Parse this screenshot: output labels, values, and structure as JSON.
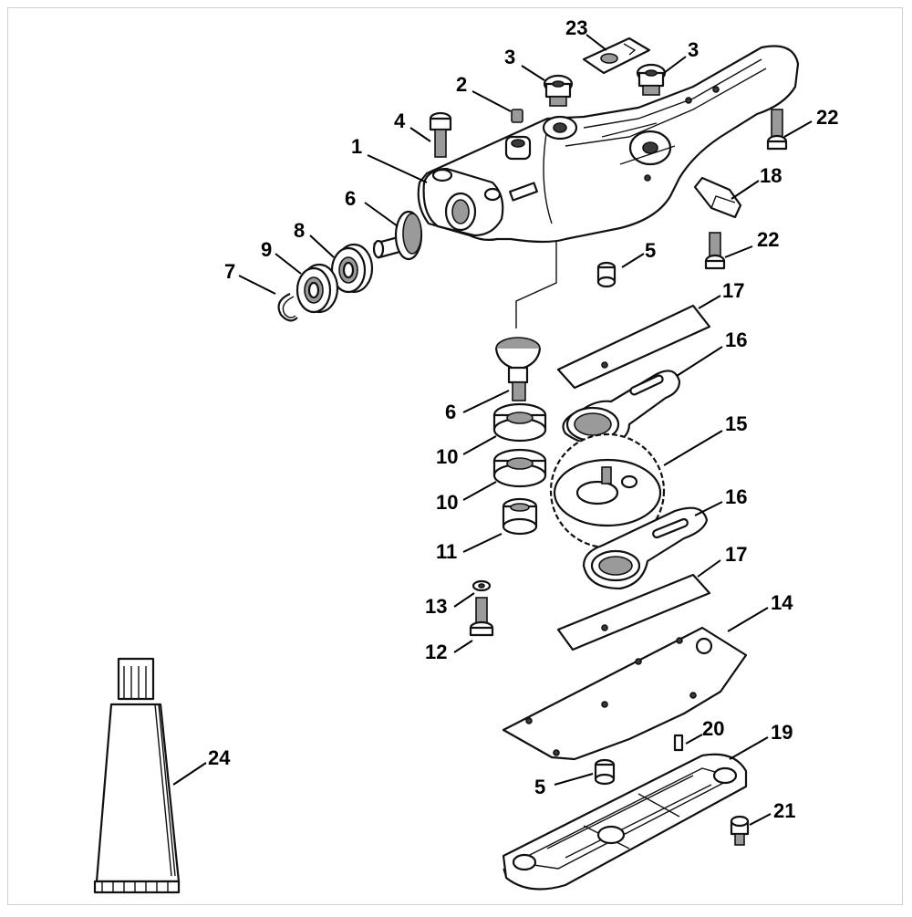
{
  "diagram": {
    "labels": [
      "1",
      "2",
      "3",
      "3",
      "4",
      "5",
      "5",
      "6",
      "6",
      "7",
      "8",
      "9",
      "10",
      "10",
      "11",
      "12",
      "13",
      "14",
      "15",
      "16",
      "16",
      "17",
      "17",
      "18",
      "19",
      "20",
      "21",
      "22",
      "22",
      "23",
      "24"
    ]
  }
}
